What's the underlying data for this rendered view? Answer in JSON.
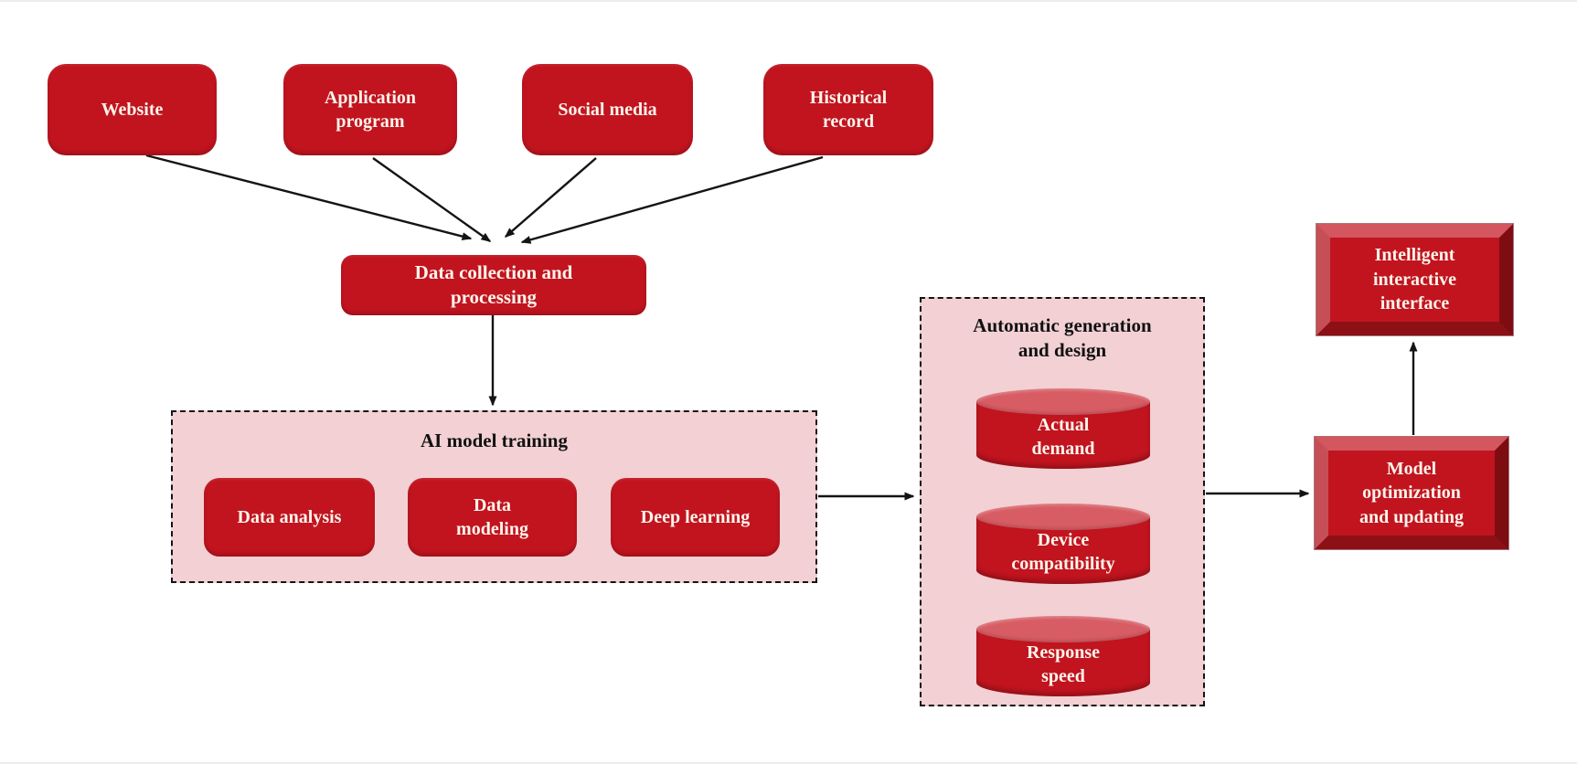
{
  "diagram": {
    "sources": [
      {
        "label": "Website"
      },
      {
        "label": "Application\nprogram"
      },
      {
        "label": "Social media"
      },
      {
        "label": "Historical\nrecord"
      }
    ],
    "collection": {
      "label": "Data collection and\nprocessing"
    },
    "training": {
      "title": "AI model training",
      "items": [
        {
          "label": "Data analysis"
        },
        {
          "label": "Data\nmodeling"
        },
        {
          "label": "Deep learning"
        }
      ]
    },
    "generation": {
      "title": "Automatic generation\nand design",
      "items": [
        {
          "label": "Actual\ndemand"
        },
        {
          "label": "Device\ncompatibility"
        },
        {
          "label": "Response\nspeed"
        }
      ]
    },
    "optimization": {
      "label": "Model\noptimization\nand updating"
    },
    "interface": {
      "label": "Intelligent\ninteractive\ninterface"
    }
  },
  "colors": {
    "box_red": "#c1141f",
    "cyl_top_red": "#d75c64",
    "bevel_top": "#d4565e",
    "bevel_left": "#c64e56",
    "bevel_right": "#7e0d12",
    "bevel_bottom": "#8c1016",
    "container_pink": "#f2d0d3",
    "line_black": "#141414",
    "text_white": "#fdf5ec",
    "text_black": "#111111",
    "page_bg": "#ffffff"
  }
}
